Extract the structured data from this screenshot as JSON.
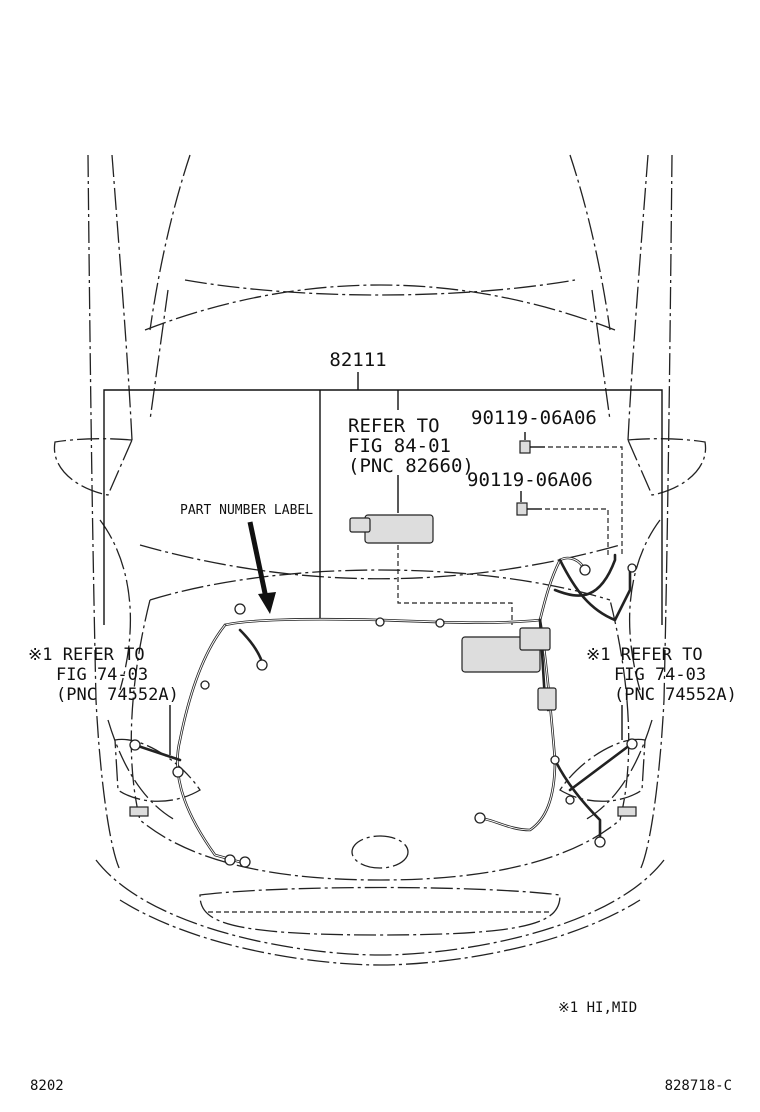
{
  "labels": {
    "main_part": "82111",
    "refer_fig84_line1": "REFER TO",
    "refer_fig84_line2": "FIG 84-01",
    "refer_fig84_line3": "(PNC 82660)",
    "bolt_part_top": "90119-06A06",
    "bolt_part_bottom": "90119-06A06",
    "part_number_label": "PART NUMBER LABEL",
    "refer_left_line1": "※1 REFER TO",
    "refer_left_line2": "FIG 74-03",
    "refer_left_line3": "(PNC 74552A)",
    "refer_right_line1": "※1 REFER TO",
    "refer_right_line2": "FIG 74-03",
    "refer_right_line3": "(PNC 74552A)",
    "footnote": "※1 HI,MID",
    "page_code": "8202",
    "illustration_code": "828718-C"
  },
  "colors": {
    "line": "#222222",
    "background": "#ffffff"
  }
}
